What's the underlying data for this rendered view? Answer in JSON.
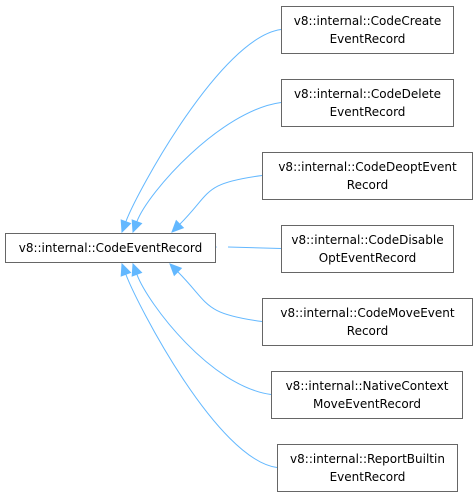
{
  "diagram": {
    "base_node": {
      "id": "code-event-record",
      "lines": [
        "v8::internal::CodeEventRecord"
      ]
    },
    "derived_nodes": [
      {
        "id": "code-create-event-record",
        "lines": [
          "v8::internal::CodeCreate",
          "EventRecord"
        ]
      },
      {
        "id": "code-delete-event-record",
        "lines": [
          "v8::internal::CodeDelete",
          "EventRecord"
        ]
      },
      {
        "id": "code-deopt-event-record",
        "lines": [
          "v8::internal::CodeDeoptEvent",
          "Record"
        ]
      },
      {
        "id": "code-disable-opt-event-record",
        "lines": [
          "v8::internal::CodeDisable",
          "OptEventRecord"
        ]
      },
      {
        "id": "code-move-event-record",
        "lines": [
          "v8::internal::CodeMoveEvent",
          "Record"
        ]
      },
      {
        "id": "native-context-move-event-record",
        "lines": [
          "v8::internal::NativeContext",
          "MoveEventRecord"
        ]
      },
      {
        "id": "report-builtin-event-record",
        "lines": [
          "v8::internal::ReportBuiltin",
          "EventRecord"
        ]
      }
    ],
    "colors": {
      "edge": "#63b8ff",
      "node_border": "#666666",
      "node_fill": "#ffffff",
      "text": "#000000"
    }
  }
}
